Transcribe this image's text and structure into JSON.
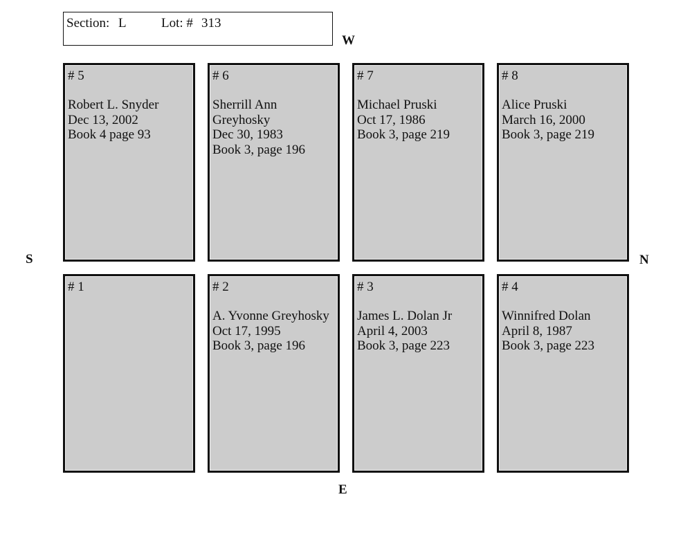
{
  "header": {
    "section_label": "Section:",
    "section_value": "L",
    "lot_label": "Lot: #",
    "lot_value": "313"
  },
  "compass": {
    "west": "W",
    "east": "E",
    "south": "S",
    "north": "N"
  },
  "plots": {
    "p5": {
      "number": "# 5",
      "lines": [
        "Robert L. Snyder",
        "Dec 13, 2002",
        "Book 4 page 93"
      ]
    },
    "p6": {
      "number": "# 6",
      "lines": [
        "Sherrill Ann",
        "Greyhosky",
        "Dec 30, 1983",
        "Book 3, page 196"
      ]
    },
    "p7": {
      "number": "# 7",
      "lines": [
        "Michael Pruski",
        "Oct 17, 1986",
        "Book 3, page 219"
      ]
    },
    "p8": {
      "number": "# 8",
      "lines": [
        "Alice Pruski",
        "March 16, 2000",
        "Book 3, page 219"
      ]
    },
    "p1": {
      "number": "# 1",
      "lines": []
    },
    "p2": {
      "number": "# 2",
      "lines": [
        "A. Yvonne Greyhosky",
        "Oct 17, 1995",
        "Book 3, page 196"
      ]
    },
    "p3": {
      "number": "# 3",
      "lines": [
        "James L. Dolan Jr",
        "April 4, 2003",
        "Book 3, page 223"
      ]
    },
    "p4": {
      "number": "# 4",
      "lines": [
        "Winnifred Dolan",
        "April 8, 1987",
        "Book 3, page 223"
      ]
    }
  },
  "colors": {
    "plot_fill": "#cccccc",
    "border": "#111111",
    "background": "#ffffff"
  }
}
